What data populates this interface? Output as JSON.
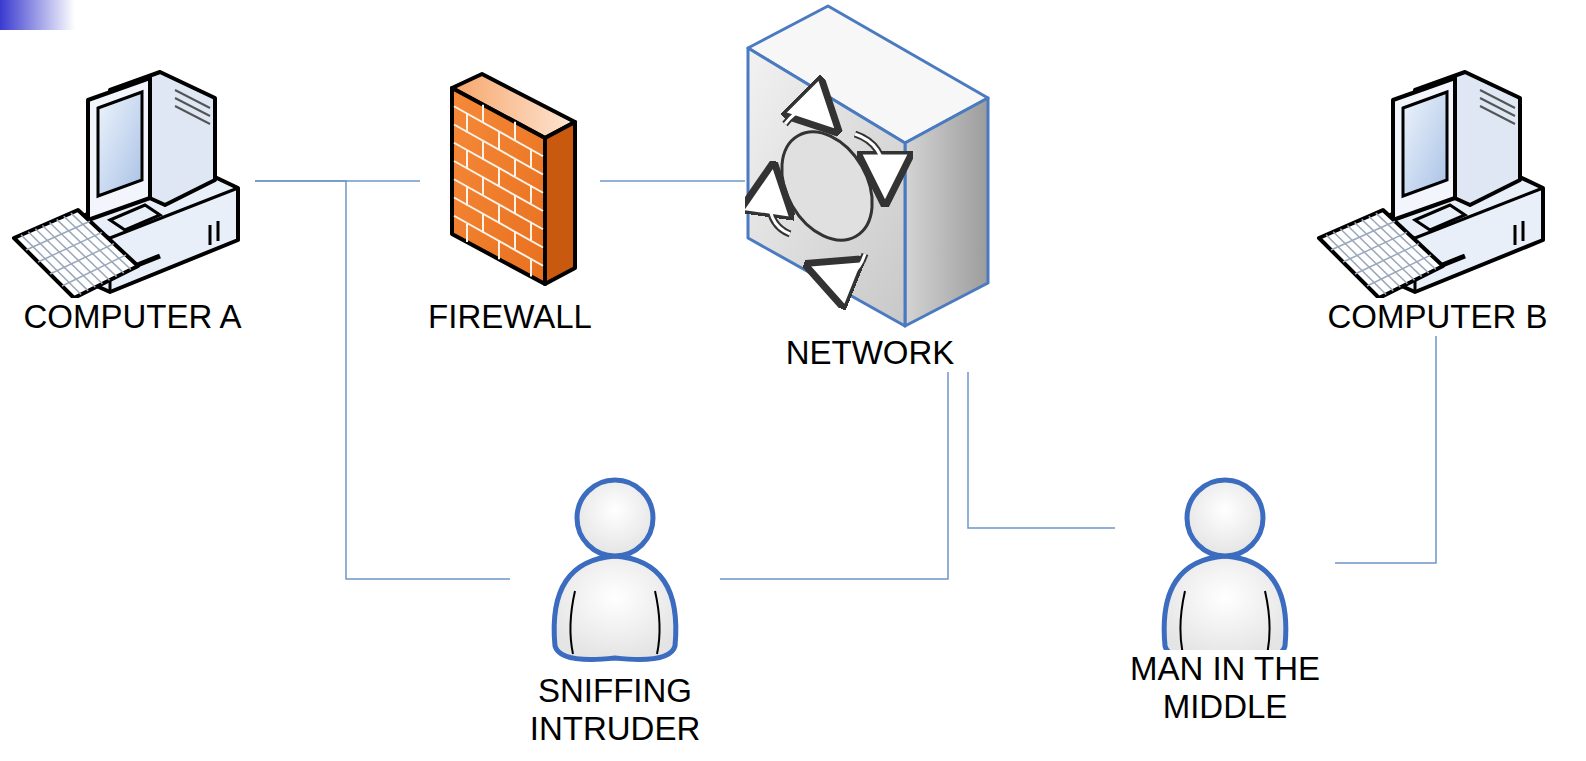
{
  "diagram": {
    "nodes": [
      {
        "text": [
          "COMPUTER A"
        ]
      },
      {
        "text": [
          "FIREWALL"
        ]
      },
      {
        "text": [
          "NETWORK"
        ]
      },
      {
        "text": [
          "COMPUTER B"
        ]
      },
      {
        "text": [
          "SNIFFING INTRUDER"
        ]
      },
      {
        "text": [
          "MAN IN THE MIDDLE"
        ]
      }
    ],
    "edges": [
      {
        "from": 0,
        "to": 1,
        "arrow": "none"
      },
      {
        "from": 1,
        "to": 2,
        "arrow": "none"
      },
      {
        "from": 0,
        "to": 4,
        "arrow": "none"
      },
      {
        "from": 4,
        "to": 2,
        "arrow": "none"
      },
      {
        "from": 2,
        "to": 5,
        "arrow": "none"
      },
      {
        "from": 5,
        "to": 3,
        "arrow": "none"
      }
    ]
  }
}
